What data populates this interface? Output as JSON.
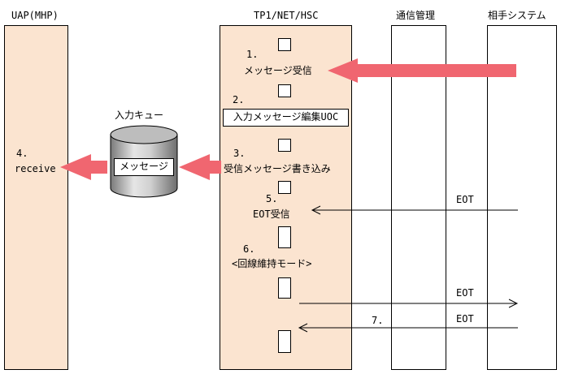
{
  "columns": {
    "uap": "UAP(MHP)",
    "tp1": "TP1/NET/HSC",
    "comm": "通信管理",
    "partner": "相手システム"
  },
  "queue": {
    "label": "入力キュー",
    "item": "メッセージ"
  },
  "steps": {
    "s1_num": "1.",
    "s1_text": "メッセージ受信",
    "s2_num": "2.",
    "s2_text": "入力メッセージ編集UOC",
    "s3_num": "3.",
    "s3_text": "受信メッセージ書き込み",
    "s4_num": "4.",
    "s4_text": "receive",
    "s5_num": "5.",
    "s5_text": "EOT受信",
    "s6_num": "6.",
    "s6_text": "<回線維持モード>",
    "s7_num": "7."
  },
  "signals": {
    "eot1": "EOT",
    "eot2": "EOT",
    "eot3": "EOT"
  },
  "colors": {
    "lane_fill": "#fbe4d0",
    "arrow_red": "#f06670"
  }
}
